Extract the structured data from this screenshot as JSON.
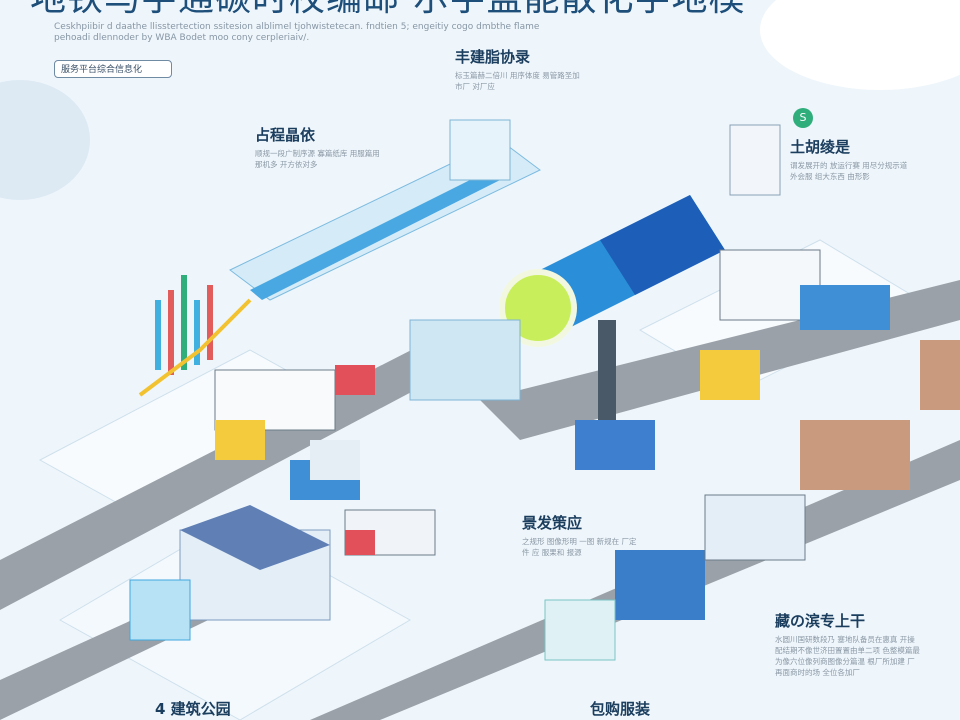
{
  "header": {
    "title": "地铁马字通碳时校编邮 尔字盖能散化字地模",
    "subtitle": "Ceskhpiibir d daathe llisstertection ssitesion alblimel tjohwistetecan. fndtien 5; engeitiy cogo dmbthe flame pehoadi dlennoder by WBA Bodet moo cony cerpleriaiv/.",
    "tag_button": "服务平台综合信息化"
  },
  "sections": [
    {
      "heading": "丰建脂协录",
      "text": "标玉篇赫二倍川 用序体度  易管路圣加市厂 对厂应"
    },
    {
      "heading": "占程晶依",
      "text": "顺规一段广制序源 寡篇纸库 用服篇用那机多 开方依对多"
    },
    {
      "heading": "土胡绫是",
      "text": "谓发展开的 放运行赛 用尽分规示道外会服 组大东西 由形影"
    },
    {
      "heading": "景发策应",
      "text": "之规形 图像形明 一图 新规在 厂定件 应 服果和 报源"
    },
    {
      "heading": "藏の滨专上干",
      "text": "水圆川国研数段乃 塞地队备员在惠真 开操配结期不像世济田置置由单二项 色整模篇最为像六位像列商图像分篇温 根厂所加建 厂再面商时的场 全位各加厂"
    },
    {
      "heading": "4 建筑公园",
      "text": ""
    },
    {
      "heading": "包购服装",
      "text": ""
    }
  ],
  "badge": {
    "label": "S",
    "color": "#2fae7c"
  },
  "colors": {
    "road": "#8f959c",
    "tunnel": "#2a8fd8",
    "accent": "#f2c230",
    "background": "#eef6fb"
  }
}
